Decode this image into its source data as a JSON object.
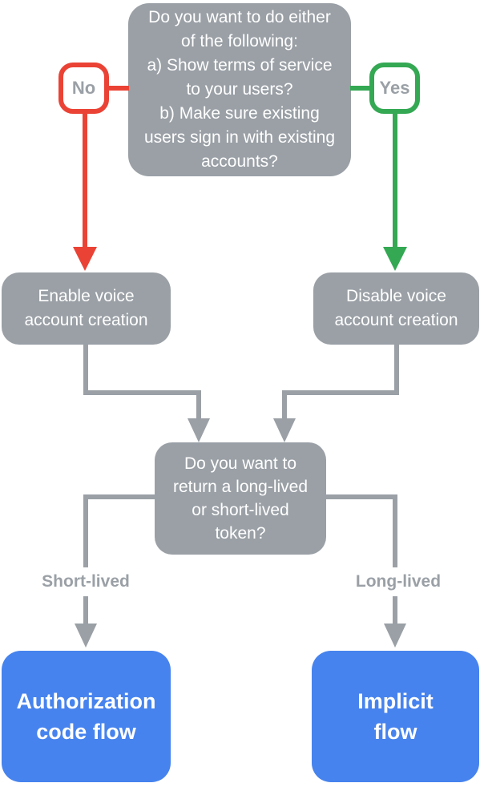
{
  "flowchart": {
    "question_top": "Do you want to do either\nof the following:\na) Show terms of service\nto your users?\nb) Make sure existing\nusers sign in with existing\naccounts?",
    "decision_no": {
      "label": "No"
    },
    "decision_yes": {
      "label": "Yes"
    },
    "node_enable": {
      "label": "Enable voice\naccount creation"
    },
    "node_disable": {
      "label": "Disable voice\naccount creation"
    },
    "question_token": "Do you want to\nreturn a long-lived\nor short-lived\ntoken?",
    "edge_short": {
      "label": "Short-lived"
    },
    "edge_long": {
      "label": "Long-lived"
    },
    "result_auth": {
      "label": "Authorization\ncode flow"
    },
    "result_implicit": {
      "label": "Implicit\nflow"
    },
    "colors": {
      "node_gray": "#9AA0A6",
      "no_red": "#EA4335",
      "yes_green": "#34A853",
      "result_blue": "#4683EE",
      "node_text": "#FFFFFF",
      "label_text": "#9AA0A6"
    }
  }
}
